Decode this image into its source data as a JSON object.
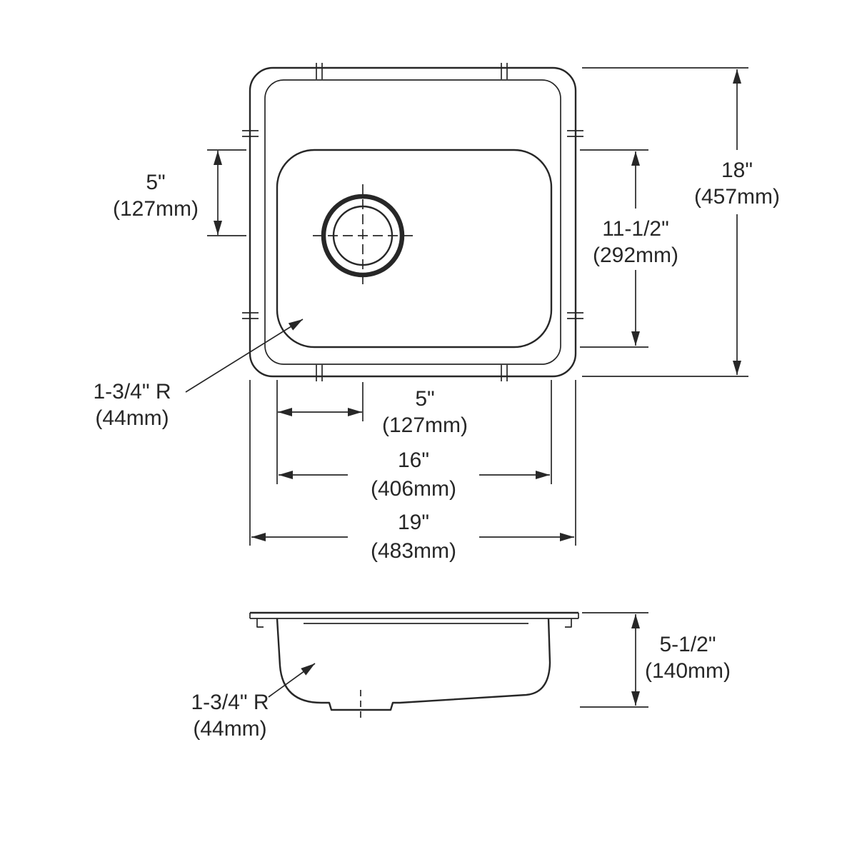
{
  "diagram": {
    "type": "technical-drawing",
    "subject": "single-bowl drop-in sink, plan and profile views with dimensions",
    "line_color": "#272727",
    "background": "#ffffff",
    "labels": {
      "drain_offset_vertical": {
        "in": "5\"",
        "mm": "(127mm)"
      },
      "bowl_front_back": {
        "in": "11-1/2\"",
        "mm": "(292mm)"
      },
      "overall_front_back": {
        "in": "18\"",
        "mm": "(457mm)"
      },
      "corner_radius_plan": {
        "r": "1-3/4\" R",
        "mm": "(44mm)"
      },
      "drain_offset_horizontal": {
        "in": "5\"",
        "mm": "(127mm)"
      },
      "bowl_width": {
        "in": "16\"",
        "mm": "(406mm)"
      },
      "overall_width": {
        "in": "19\"",
        "mm": "(483mm)"
      },
      "corner_radius_profile": {
        "r": "1-3/4\" R",
        "mm": "(44mm)"
      },
      "bowl_depth": {
        "in": "5-1/2\"",
        "mm": "(140mm)"
      }
    }
  }
}
